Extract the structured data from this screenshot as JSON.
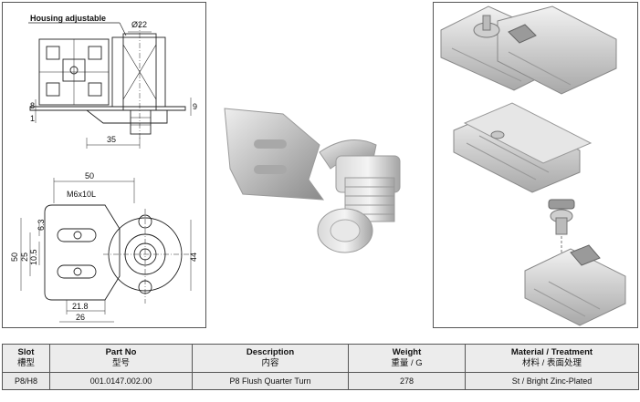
{
  "drawing": {
    "labels": {
      "housing": "Housing adjustable",
      "dia": "Ø22",
      "d8": "8",
      "d1": "1",
      "d9": "9",
      "d35": "35",
      "d50": "50",
      "bolt": "M6x10L",
      "d63": "6.3",
      "d25": "25",
      "d105": "10.5",
      "d50v": "50",
      "d44": "44",
      "d218": "21.8",
      "d26": "26"
    }
  },
  "table": {
    "headers": [
      {
        "en": "Slot",
        "cn": "槽型"
      },
      {
        "en": "Part No",
        "cn": "型号"
      },
      {
        "en": "Description",
        "cn": "内容"
      },
      {
        "en": "Weight",
        "cn": "重量 / G"
      },
      {
        "en": "Material / Treatment",
        "cn": "材料 / 表面处理"
      }
    ],
    "rows": [
      {
        "slot": "P8/H8",
        "part_no": "001.0147.002.00",
        "description": "P8 Flush Quarter Turn",
        "weight": "278",
        "material": "St / Bright Zinc-Plated"
      }
    ]
  }
}
